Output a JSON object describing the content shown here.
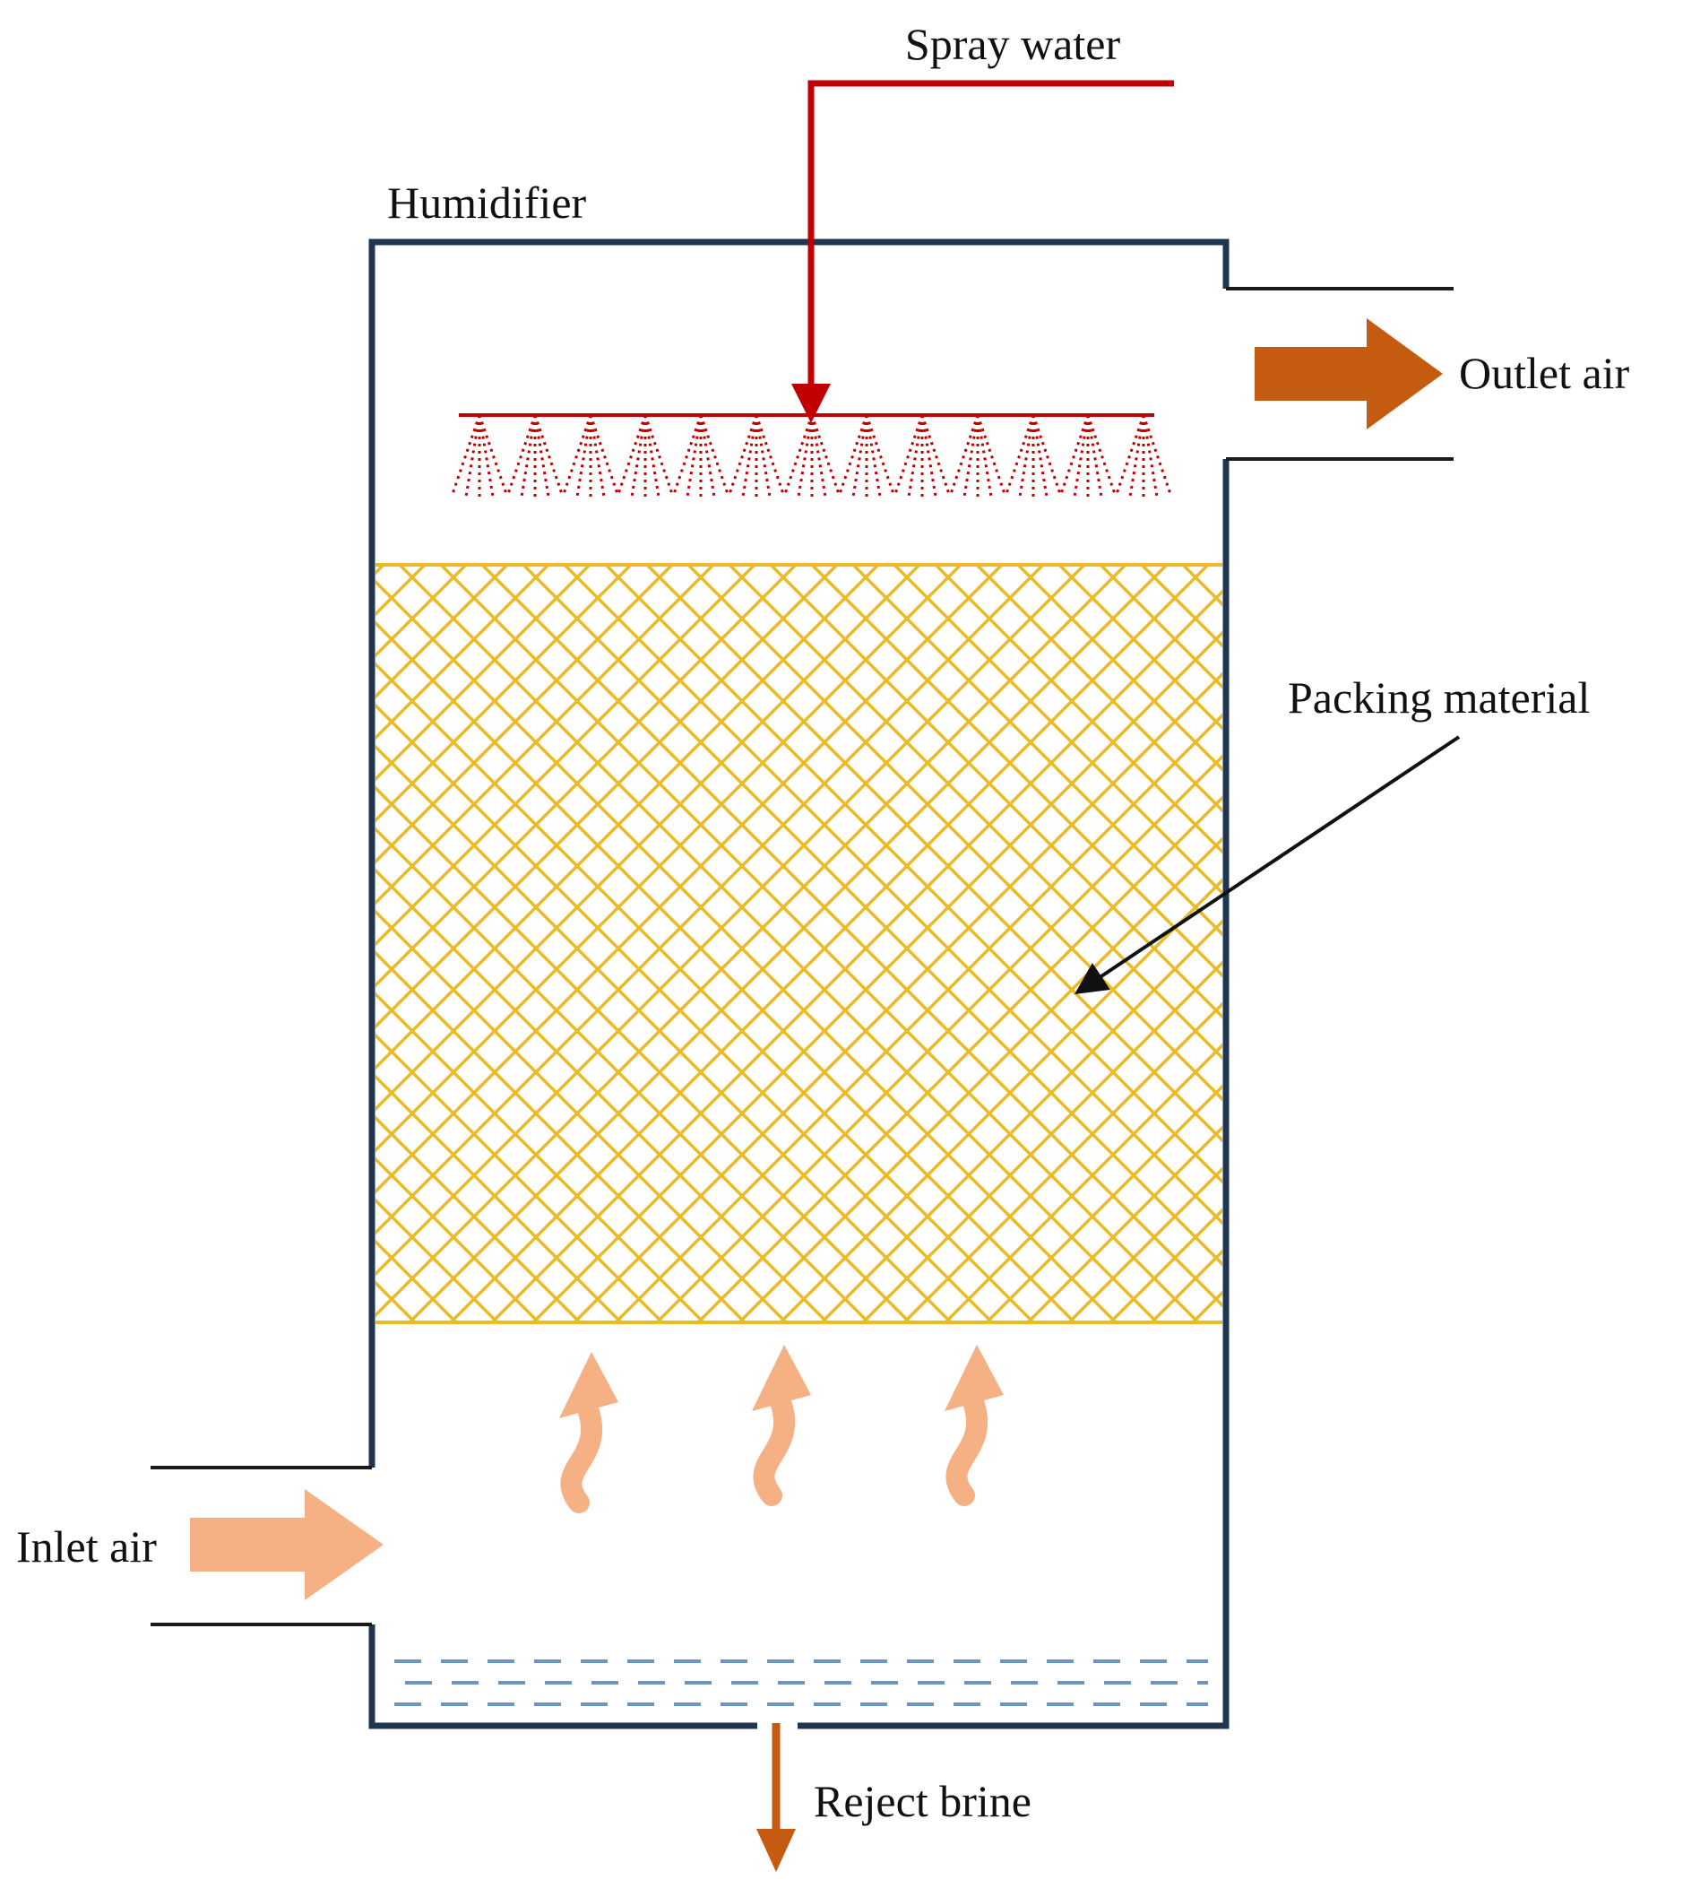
{
  "diagram": {
    "labels": {
      "spray_water": "Spray water",
      "humidifier": "Humidifier",
      "outlet_air": "Outlet air",
      "packing_material": "Packing material",
      "inlet_air": "Inlet air",
      "reject_brine": "Reject brine"
    },
    "colors": {
      "vessel_outline": "#1f3550",
      "duct_line": "#1a1a1a",
      "spray_water": "#c00000",
      "packing": "#ecba25",
      "outlet_air_arrow": "#c55a11",
      "reject_brine_arrow": "#c55a11",
      "inlet_air_arrow": "#f5b183",
      "air_flow_arrow": "#f5b183",
      "brine_level": "#6f94bf",
      "text": "#111111",
      "annotation": "#111111"
    }
  }
}
